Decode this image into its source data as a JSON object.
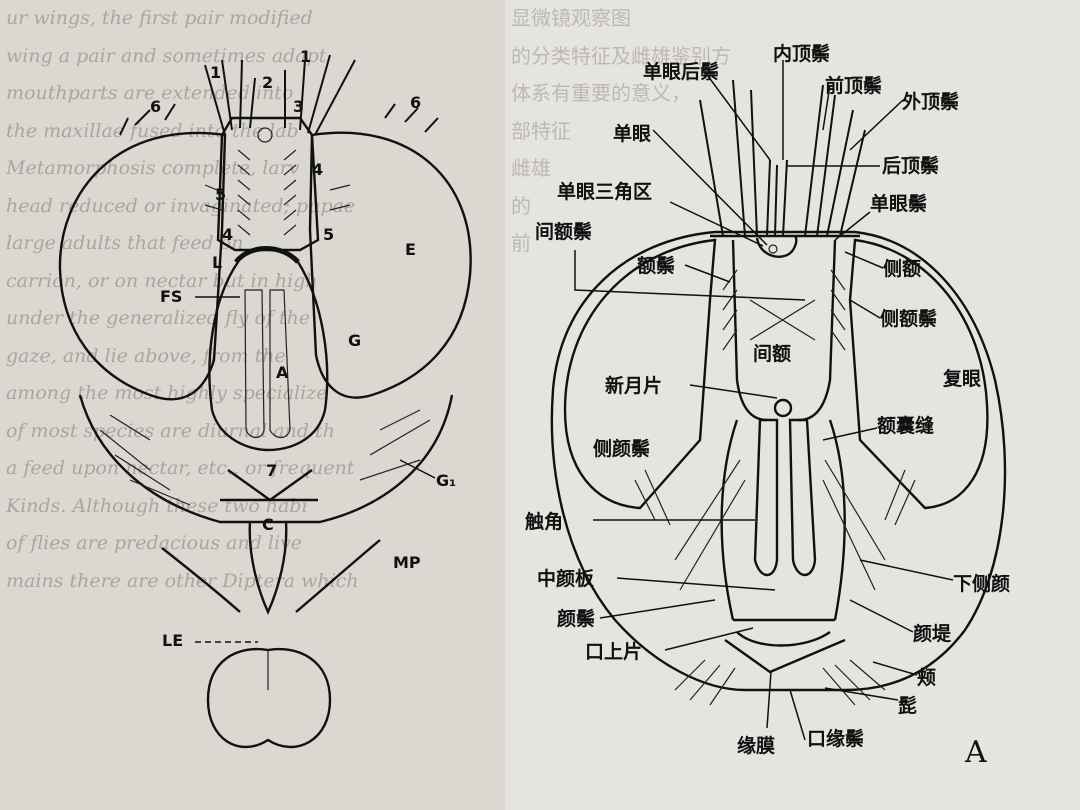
{
  "left_figure": {
    "labels": {
      "n1": "1",
      "n2": "2",
      "n3": "3",
      "n4": "4",
      "n5": "5",
      "n6": "6",
      "n7": "7",
      "E": "E",
      "L": "L",
      "FS": "FS",
      "A": "A",
      "G": "G",
      "G1": "G₁",
      "C": "C",
      "MP": "MP",
      "LE": "LE"
    },
    "background_lines": [
      "ur wings, the first pair modified",
      "wing a pair and sometimes adapt",
      "mouthparts are extended into",
      "the maxillae fused into the lab",
      "Metamorphosis complete, larv",
      "head reduced or invaginated; pupae",
      "large adults that feed on",
      "carrion, or on nectar but in high",
      "",
      "",
      "",
      "",
      "under the generalized fly of the",
      "gaze, and lie above, from the",
      "among the most highly specialize",
      "of most species are diurnal and th",
      "a feed upon nectar, etc., or frequent",
      "Kinds. Although these two habi",
      "of flies are predacious and live",
      "mains there are other Diptera which"
    ]
  },
  "right_figure": {
    "labels": {
      "nei_ding_zong": "内顶鬃",
      "dan_yan_hou_zong": "单眼后鬃",
      "qian_ding_zong": "前顶鬃",
      "wai_ding_zong": "外顶鬃",
      "dan_yan": "单眼",
      "hou_ding_zong": "后顶鬃",
      "dan_yan_san_jiao_qu": "单眼三角区",
      "dan_yan_zong": "单眼鬃",
      "jian_e_zong": "间额鬃",
      "e_zong": "额鬃",
      "ce_e": "侧额",
      "ce_e_zong_upper": "侧额鬃",
      "jian_e": "间额",
      "xin_yue_pian": "新月片",
      "fu_yan": "复眼",
      "e_nang_feng": "额囊缝",
      "ce_yan_zong": "侧颜鬃",
      "chu_jiao": "触角",
      "zhong_yan_ban": "中颜板",
      "xia_ce_yan": "下侧颜",
      "yan_zong": "颜鬃",
      "yan_ti": "颜堤",
      "kou_shang_pian": "口上片",
      "jia": "颊",
      "qi": "髭",
      "yuan_mo": "缘膜",
      "kou_yuan_zong": "口缘鬃",
      "figure_letter": "A"
    },
    "background_lines": [
      "          显微镜观察图",
      "  的分类特征及雌雄鉴别方",
      "  体系有重要的意义，",
      "                                    部特征",
      "",
      "",
      "",
      "                            雌雄",
      "                                    的",
      "",
      "",
      "",
      "                                    前",
      "",
      "",
      "",
      "",
      "",
      "",
      ""
    ]
  },
  "colors": {
    "ink": "#111111",
    "left_paper": "#dbd8d2",
    "right_paper": "#e6e4df",
    "bg_text": "#a9a6a0"
  }
}
